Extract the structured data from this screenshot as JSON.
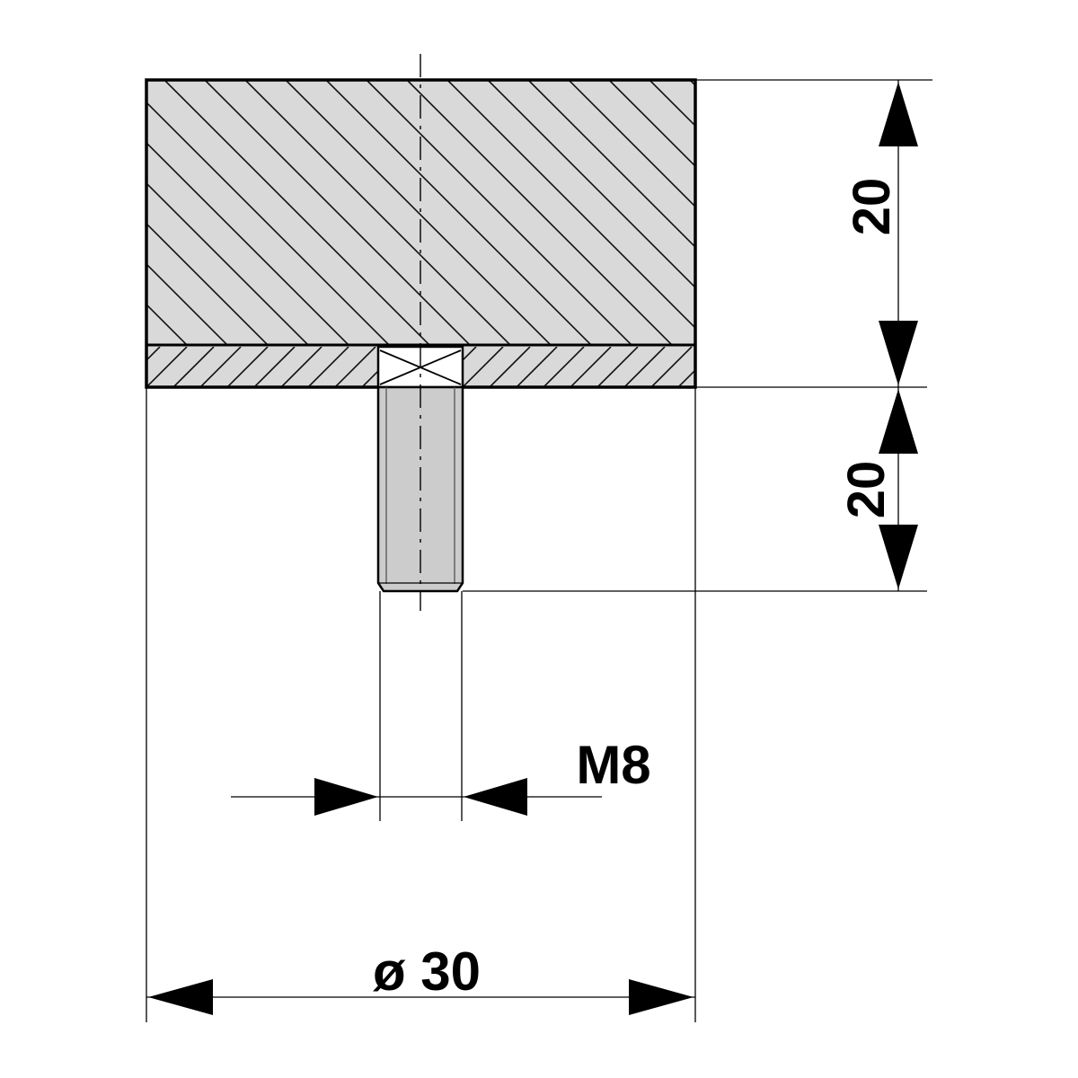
{
  "labels": {
    "height_upper": "20",
    "height_lower": "20",
    "thread": "M8",
    "diameter": "ø 30"
  },
  "colors": {
    "material_fill": "#d9d9d9",
    "bolt_fill": "#cccccc",
    "line": "#000000",
    "background": "#ffffff"
  }
}
